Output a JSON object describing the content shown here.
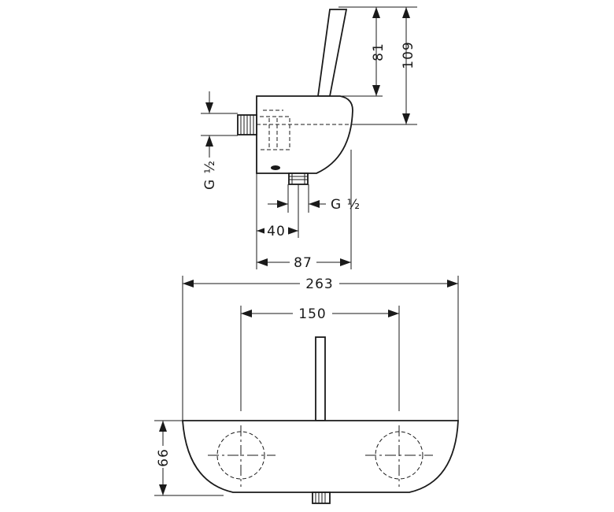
{
  "side_view": {
    "dim_lever_height": "81",
    "dim_overall_height": "109",
    "dim_inlet_thread": "G ½",
    "dim_outlet_thread": "G ½",
    "dim_outlet_offset": "40",
    "dim_depth": "87"
  },
  "front_view": {
    "dim_width": "263",
    "dim_centres": "150",
    "dim_body_height": "66"
  }
}
